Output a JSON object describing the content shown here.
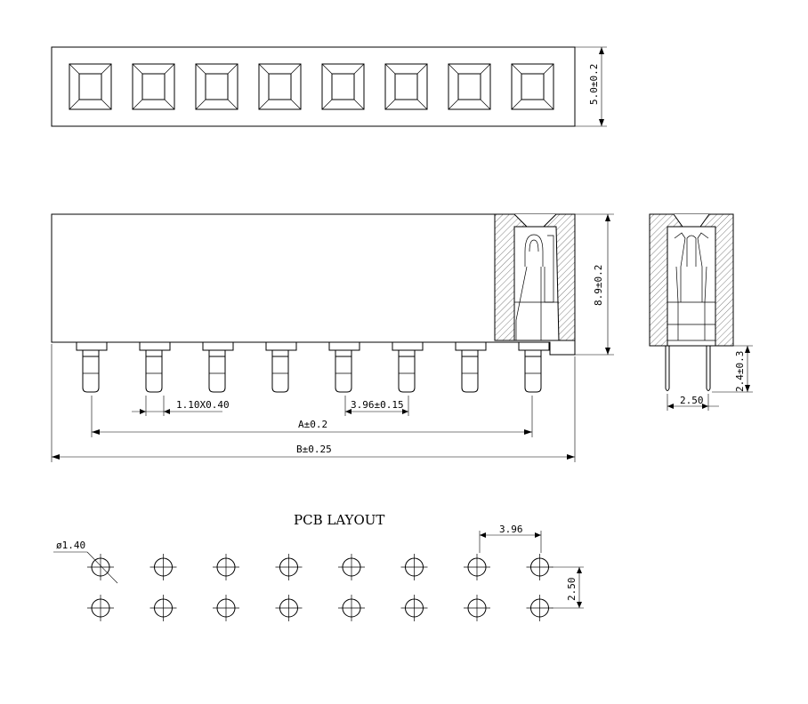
{
  "colors": {
    "ink": "#000000",
    "background": "#ffffff"
  },
  "pin_count": 8,
  "dimensions": {
    "top_height": "5.0±0.2",
    "body_height": "8.9±0.2",
    "pin_tail": "2.4±0.3",
    "pin_spacing_side": "2.50",
    "pin_size": "1.10X0.40",
    "pitch": "3.96±0.15",
    "dim_a": "A±0.2",
    "dim_b": "B±0.25"
  },
  "pcb_layout": {
    "title": "PCB LAYOUT",
    "hole_diameter": "ø1.40",
    "pitch": "3.96",
    "row_spacing": "2.50"
  }
}
